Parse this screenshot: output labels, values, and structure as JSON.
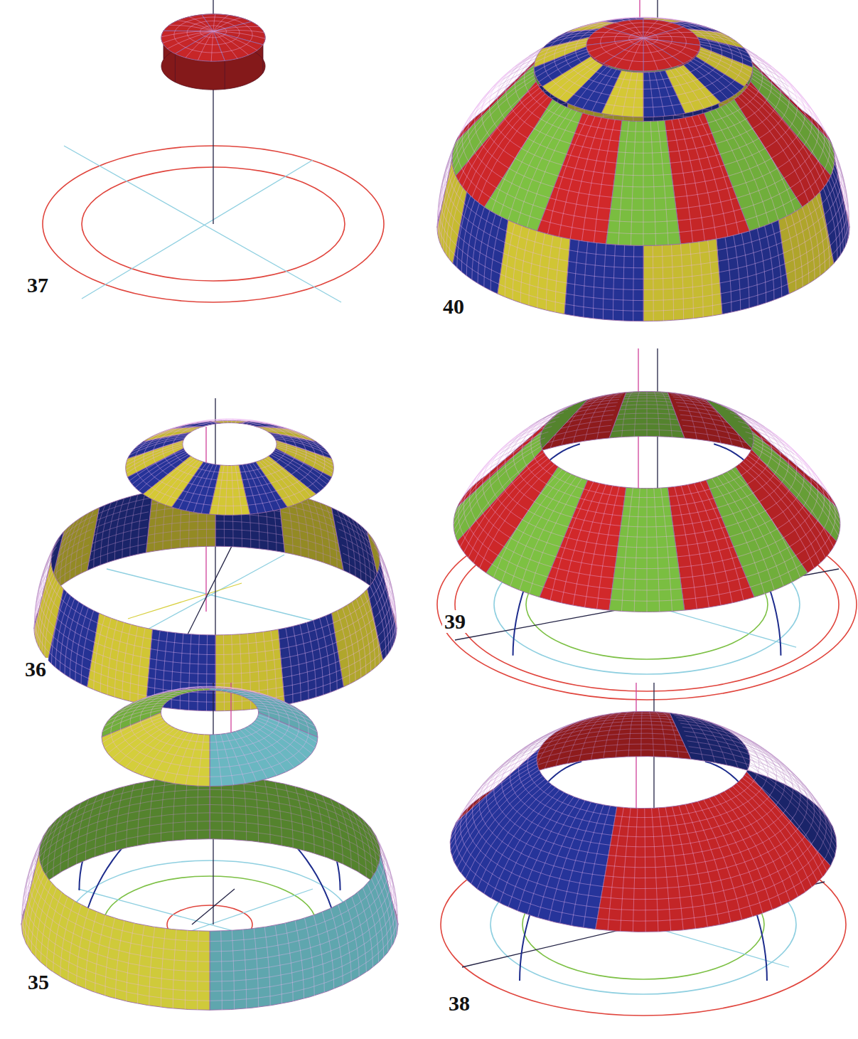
{
  "diagram": {
    "labels": [
      "37",
      "40",
      "36",
      "39",
      "35",
      "38"
    ]
  }
}
